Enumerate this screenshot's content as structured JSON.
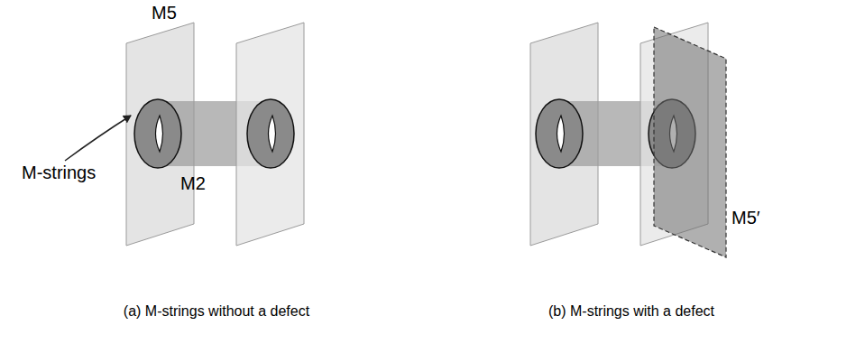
{
  "diagram": {
    "nodes": [
      {
        "text": [
          "M5"
        ]
      },
      {
        "text": [
          "M5′"
        ]
      }
    ],
    "labels": [
      "M-strings",
      "M2",
      "(a) M-strings without a defect",
      "(b) M-strings with a defect"
    ]
  }
}
